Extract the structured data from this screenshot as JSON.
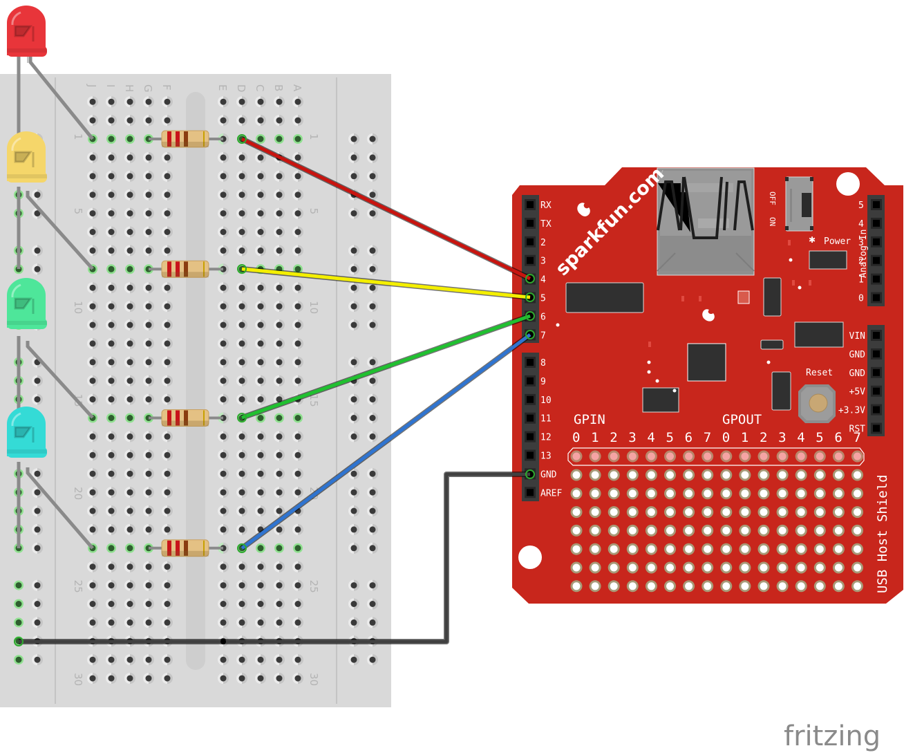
{
  "diagram": {
    "app": "fritzing",
    "logo_text": "fritzing",
    "breadboard": {
      "column_labels_left": [
        "J",
        "I",
        "H",
        "G",
        "F"
      ],
      "column_labels_right": [
        "E",
        "D",
        "C",
        "B",
        "A"
      ],
      "row_numbers": [
        "1",
        "5",
        "10",
        "15",
        "20",
        "25",
        "30"
      ],
      "row_count": 30
    },
    "leds": [
      {
        "name": "red",
        "color": "#e8353a",
        "row": 1
      },
      {
        "name": "yellow",
        "color": "#f5d66a",
        "row": 8
      },
      {
        "name": "green",
        "color": "#4ee69a",
        "row": 16
      },
      {
        "name": "cyan",
        "color": "#34dbd6",
        "row": 23
      }
    ],
    "resistors": [
      {
        "row": 1,
        "bands": [
          "red",
          "red",
          "brown",
          "gold"
        ]
      },
      {
        "row": 8,
        "bands": [
          "red",
          "red",
          "brown",
          "gold"
        ]
      },
      {
        "row": 16,
        "bands": [
          "red",
          "red",
          "brown",
          "gold"
        ]
      },
      {
        "row": 23,
        "bands": [
          "red",
          "red",
          "brown",
          "gold"
        ]
      }
    ],
    "wires": [
      {
        "name": "red-wire",
        "color": "#c8140f",
        "from": "D1",
        "to": "pin 4"
      },
      {
        "name": "yellow-wire",
        "color": "#f4ef00",
        "from": "D8",
        "to": "pin 5"
      },
      {
        "name": "green-wire",
        "color": "#20c030",
        "from": "D16",
        "to": "pin 6"
      },
      {
        "name": "blue-wire",
        "color": "#2f74d0",
        "from": "D23",
        "to": "pin 7"
      },
      {
        "name": "black-wire",
        "color": "#1a1a1a",
        "from": "rail",
        "to": "GND"
      }
    ],
    "shield": {
      "title": "USB Host Shield",
      "brand": "sparkfun.com",
      "board_color": "#c8261c",
      "digital_pins_top": [
        "RX",
        "TX",
        "2",
        "3",
        "4",
        "5",
        "6",
        "7"
      ],
      "digital_pins_bottom": [
        "8",
        "9",
        "10",
        "11",
        "12",
        "13",
        "GND",
        "AREF"
      ],
      "analog_label": "Analog In",
      "analog_pins": [
        "5",
        "4",
        "3",
        "2",
        "1",
        "0"
      ],
      "power_pins": [
        "VIN",
        "GND",
        "GND",
        "+5V",
        "+3.3V",
        "RST"
      ],
      "power_led_label": "Power",
      "switch_labels": {
        "off": "OFF",
        "on": "ON"
      },
      "reset_label": "Reset",
      "gpin_label": "GPIN",
      "gpout_label": "GPOUT",
      "gpin_numbers": [
        "0",
        "1",
        "2",
        "3",
        "4",
        "5",
        "6",
        "7"
      ],
      "gpout_numbers": [
        "0",
        "1",
        "2",
        "3",
        "4",
        "5",
        "6",
        "7"
      ]
    }
  }
}
